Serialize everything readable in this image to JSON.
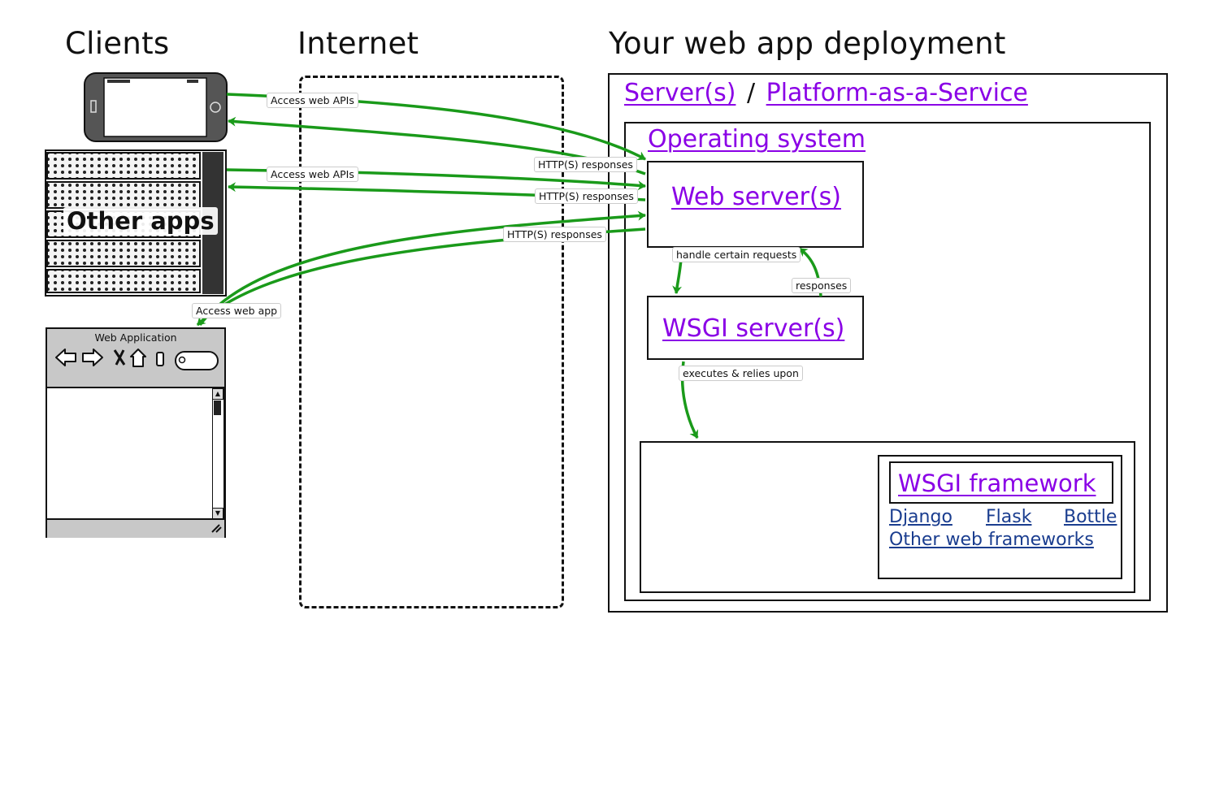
{
  "headings": {
    "clients": "Clients",
    "internet": "Internet",
    "deployment": "Your web app deployment"
  },
  "deployment": {
    "servers_link": "Server(s)",
    "separator": "/",
    "paas_link": "Platform-as-a-Service",
    "os_link": "Operating system",
    "web_server_link": "Web server(s)",
    "wsgi_server_link": "WSGI server(s)",
    "wsgi_framework_link": "WSGI framework",
    "frameworks": [
      "Django",
      "Flask",
      "Bottle",
      "Other web frameworks"
    ]
  },
  "clients": {
    "other_apps_label": "Other apps",
    "browser_title": "Web Application"
  },
  "edges": {
    "phone_request": "Access web APIs",
    "phone_response": "HTTP(S) responses",
    "apps_request": "Access web APIs",
    "apps_response": "HTTP(S) responses",
    "browser_request": "Access web app",
    "browser_response": "HTTP(S) responses",
    "handle_requests": "handle certain requests",
    "responses": "responses",
    "executes": "executes & relies upon"
  },
  "colors": {
    "arrow": "#1a9a1a",
    "link_purple": "#8a00e6",
    "link_blue": "#1a3d8f"
  }
}
